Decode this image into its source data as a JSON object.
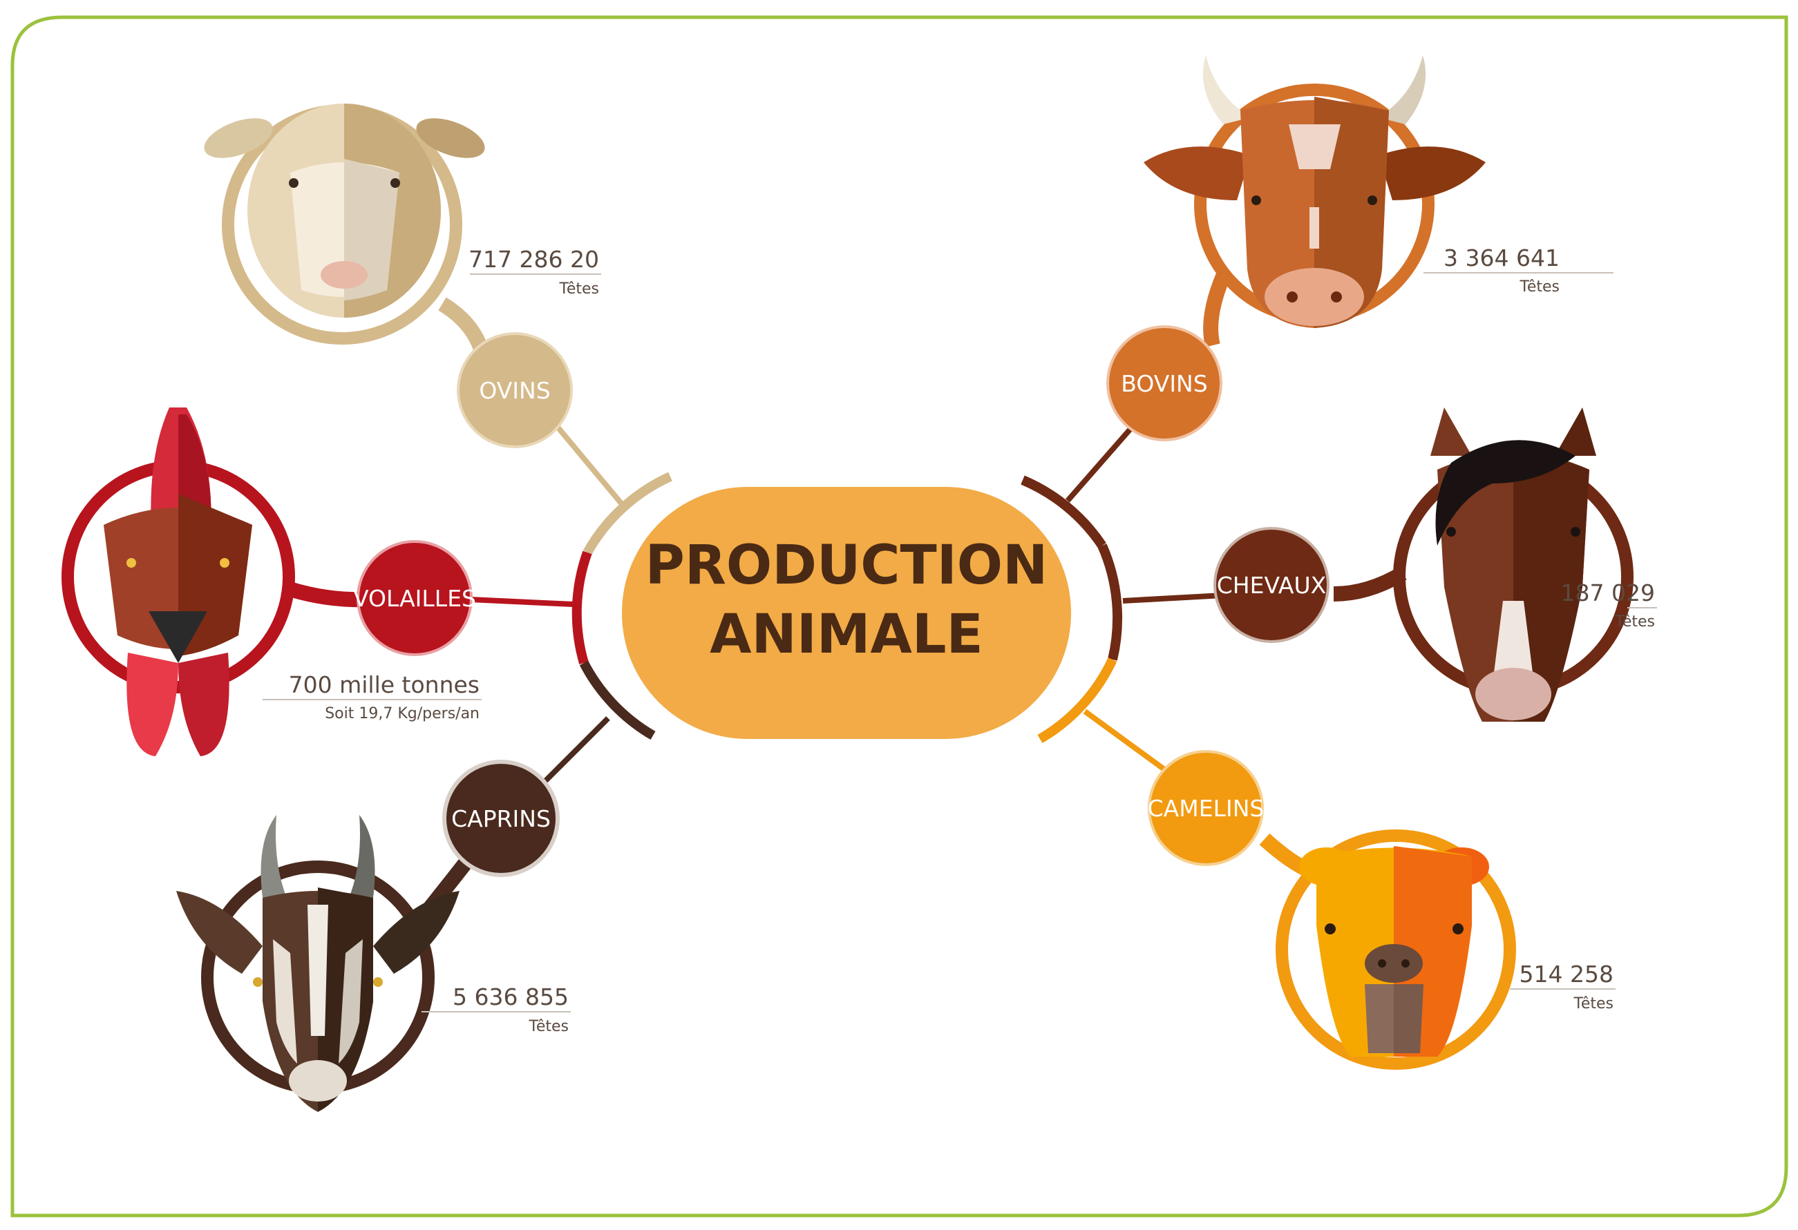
{
  "title": {
    "line1": "PRODUCTION",
    "line2": "ANIMALE"
  },
  "categories": {
    "ovins": {
      "label": "OVINS",
      "value": "717 286 20",
      "unit": "Têtes",
      "color": "#d4b98a"
    },
    "volailles": {
      "label": "VOLAILLES",
      "value": "700 mille tonnes",
      "unit": "Soit 19,7 Kg/pers/an",
      "color": "#b8141e"
    },
    "caprins": {
      "label": "CAPRINS",
      "value": "5 636 855",
      "unit": "Têtes",
      "color": "#4a2a1e"
    },
    "bovins": {
      "label": "BOVINS",
      "value": "3 364 641",
      "unit": "Têtes",
      "color": "#d4722a"
    },
    "chevaux": {
      "label": "CHEVAUX",
      "value": "187 029",
      "unit": "Têtes",
      "color": "#6e2a14"
    },
    "camelins": {
      "label": "CAMELINS",
      "value": "514 258",
      "unit": "Têtes",
      "color": "#f29a10"
    }
  },
  "colors": {
    "frame": "#9bc23c",
    "center": "#f2ab46",
    "title_text": "#4a2a14"
  },
  "icons": {
    "ovins": "sheep-icon",
    "volailles": "rooster-icon",
    "caprins": "goat-icon",
    "bovins": "cow-icon",
    "chevaux": "horse-icon",
    "camelins": "camel-icon"
  }
}
